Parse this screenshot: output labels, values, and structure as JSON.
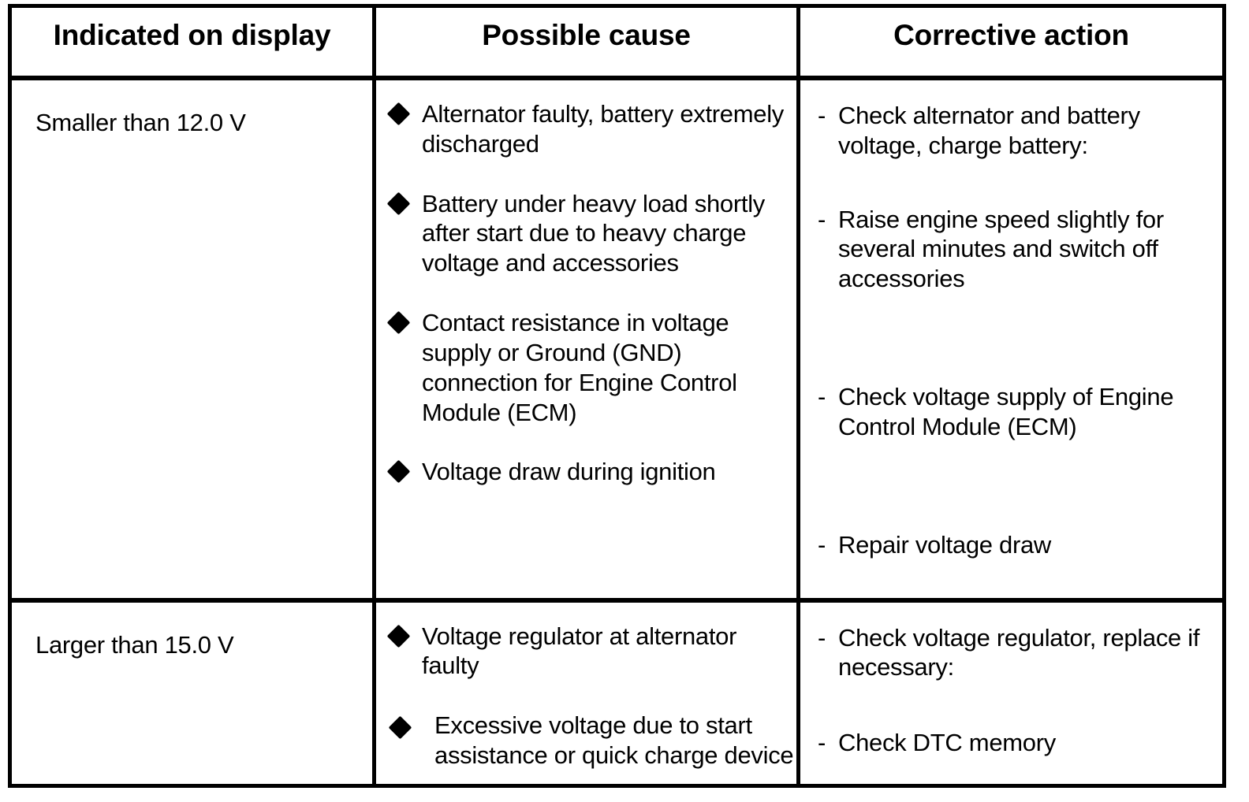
{
  "table": {
    "headers": [
      "Indicated on display",
      "Possible cause",
      "Corrective action"
    ],
    "rows": [
      {
        "indicated": "Smaller than 12.0 V",
        "causes": [
          "Alternator faulty, battery extremely discharged",
          "Battery under heavy load shortly after start due to heavy charge voltage and accessories",
          "Contact resistance in voltage supply or Ground (GND) connection for Engine Control Module (ECM)",
          "Voltage draw during ignition"
        ],
        "actions": [
          "Check alternator and battery voltage, charge battery:",
          "Raise engine speed slightly for several minutes and switch off accessories",
          "Check voltage supply of Engine Control Module (ECM)",
          "Repair voltage draw"
        ]
      },
      {
        "indicated": "Larger than 15.0 V",
        "causes": [
          "Voltage regulator at alternator faulty",
          "Excessive voltage due to start assistance or quick charge device"
        ],
        "actions": [
          "Check voltage regulator, replace if necessary:",
          "Check DTC memory"
        ]
      }
    ],
    "bullet_glyph": "filled-diamond",
    "dash_glyph": "-",
    "colors": {
      "text": "#000000",
      "background": "#ffffff",
      "border": "#000000"
    }
  }
}
